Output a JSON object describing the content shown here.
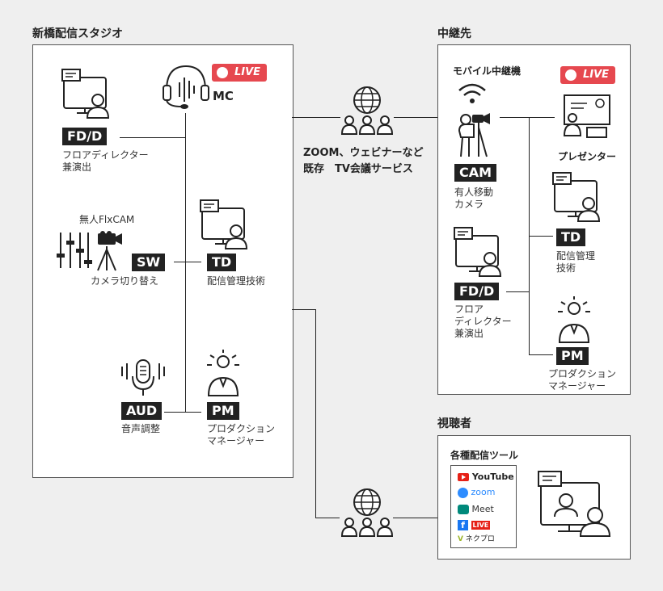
{
  "sections": {
    "studio": "新橋配信スタジオ",
    "relay": "中継先",
    "viewers": "視聴者"
  },
  "studio": {
    "fd_tag": "FD/D",
    "fd_label": "フロアディレクター\n兼演出",
    "live": "LIVE",
    "mc": "MC",
    "unmanned_cam": "無人FlxCAM",
    "sw_tag": "SW",
    "sw_label": "カメラ切り替え",
    "td_tag": "TD",
    "td_label": "配信管理技術",
    "aud_tag": "AUD",
    "aud_label": "音声調整",
    "pm_tag": "PM",
    "pm_label": "プロダクション\nマネージャー"
  },
  "network": {
    "label": "ZOOM、ウェビナーなど\n既存　TV会議サービス"
  },
  "relay": {
    "mobile": "モバイル中継機",
    "live": "LIVE",
    "cam_tag": "CAM",
    "cam_label": "有人移動\nカメラ",
    "presenter": "プレゼンター",
    "td_tag": "TD",
    "td_label": "配信管理\n技術",
    "fd_tag": "FD/D",
    "fd_label": "フロア\nディレクター\n兼演出",
    "pm_tag": "PM",
    "pm_label": "プロダクション\nマネージャー"
  },
  "viewers": {
    "tools_title": "各種配信ツール",
    "tools": [
      "YouTube",
      "zoom",
      "Meet",
      "LIVE",
      "ネクプロ"
    ]
  },
  "colors": {
    "live": "#e6484f",
    "youtube": "#e62117",
    "zoom": "#2d8cff",
    "meet": "#00897b",
    "facebook": "#1877f2"
  }
}
